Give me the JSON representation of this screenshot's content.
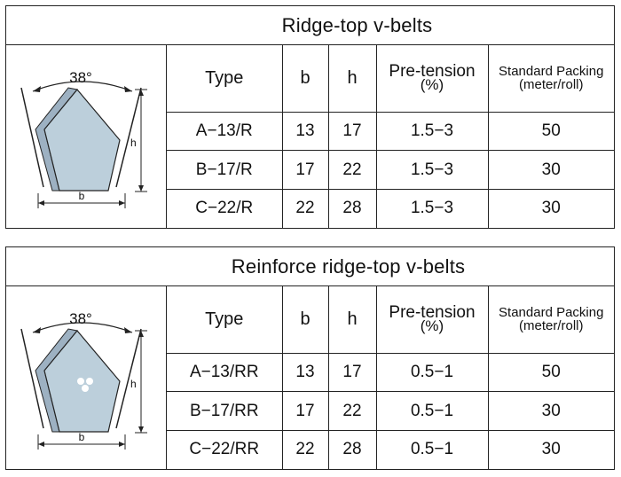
{
  "ridge_top": {
    "title": "Ridge-top v-belts",
    "diagram": {
      "angle": "38°",
      "b": "b",
      "h": "h"
    },
    "headers": {
      "type": "Type",
      "b": "b",
      "h": "h",
      "pretension": [
        "Pre-tension",
        "(%)"
      ],
      "packing": [
        "Standard Packing",
        "(meter/roll)"
      ]
    },
    "rows": [
      {
        "type": "A−13/R",
        "b": "13",
        "h": "17",
        "pretension": "1.5−3",
        "packing": "50"
      },
      {
        "type": "B−17/R",
        "b": "17",
        "h": "22",
        "pretension": "1.5−3",
        "packing": "30"
      },
      {
        "type": "C−22/R",
        "b": "22",
        "h": "28",
        "pretension": "1.5−3",
        "packing": "30"
      }
    ]
  },
  "reinforce": {
    "title": "Reinforce ridge-top v-belts",
    "diagram": {
      "angle": "38°",
      "b": "b",
      "h": "h"
    },
    "headers": {
      "type": "Type",
      "b": "b",
      "h": "h",
      "pretension": [
        "Pre-tension",
        "(%)"
      ],
      "packing": [
        "Standard Packing",
        "(meter/roll)"
      ]
    },
    "rows": [
      {
        "type": "A−13/RR",
        "b": "13",
        "h": "17",
        "pretension": "0.5−1",
        "packing": "50"
      },
      {
        "type": "B−17/RR",
        "b": "17",
        "h": "22",
        "pretension": "0.5−1",
        "packing": "30"
      },
      {
        "type": "C−22/RR",
        "b": "22",
        "h": "28",
        "pretension": "0.5−1",
        "packing": "30"
      }
    ]
  },
  "colors": {
    "belt_fill": "#bccfdb",
    "belt_side": "#9db1c2",
    "border": "#222222"
  }
}
